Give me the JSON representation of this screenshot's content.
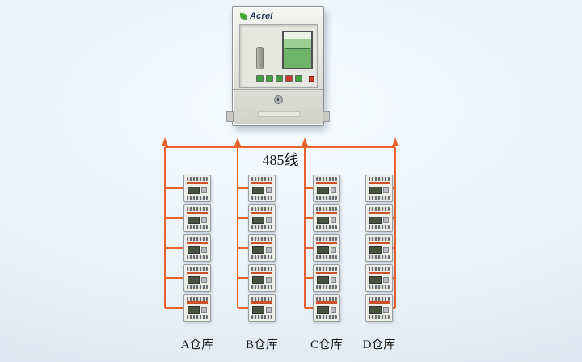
{
  "colors": {
    "bus": "#e8632c",
    "brand_green": "#4aa43c"
  },
  "cabinet": {
    "brand": "Acrel"
  },
  "bus": {
    "label": "485线"
  },
  "warehouses": [
    {
      "id": "A",
      "label": "A仓库",
      "device_count": 5
    },
    {
      "id": "B",
      "label": "B仓库",
      "device_count": 5
    },
    {
      "id": "C",
      "label": "C仓库",
      "device_count": 5
    },
    {
      "id": "D",
      "label": "D仓库",
      "device_count": 5
    }
  ]
}
